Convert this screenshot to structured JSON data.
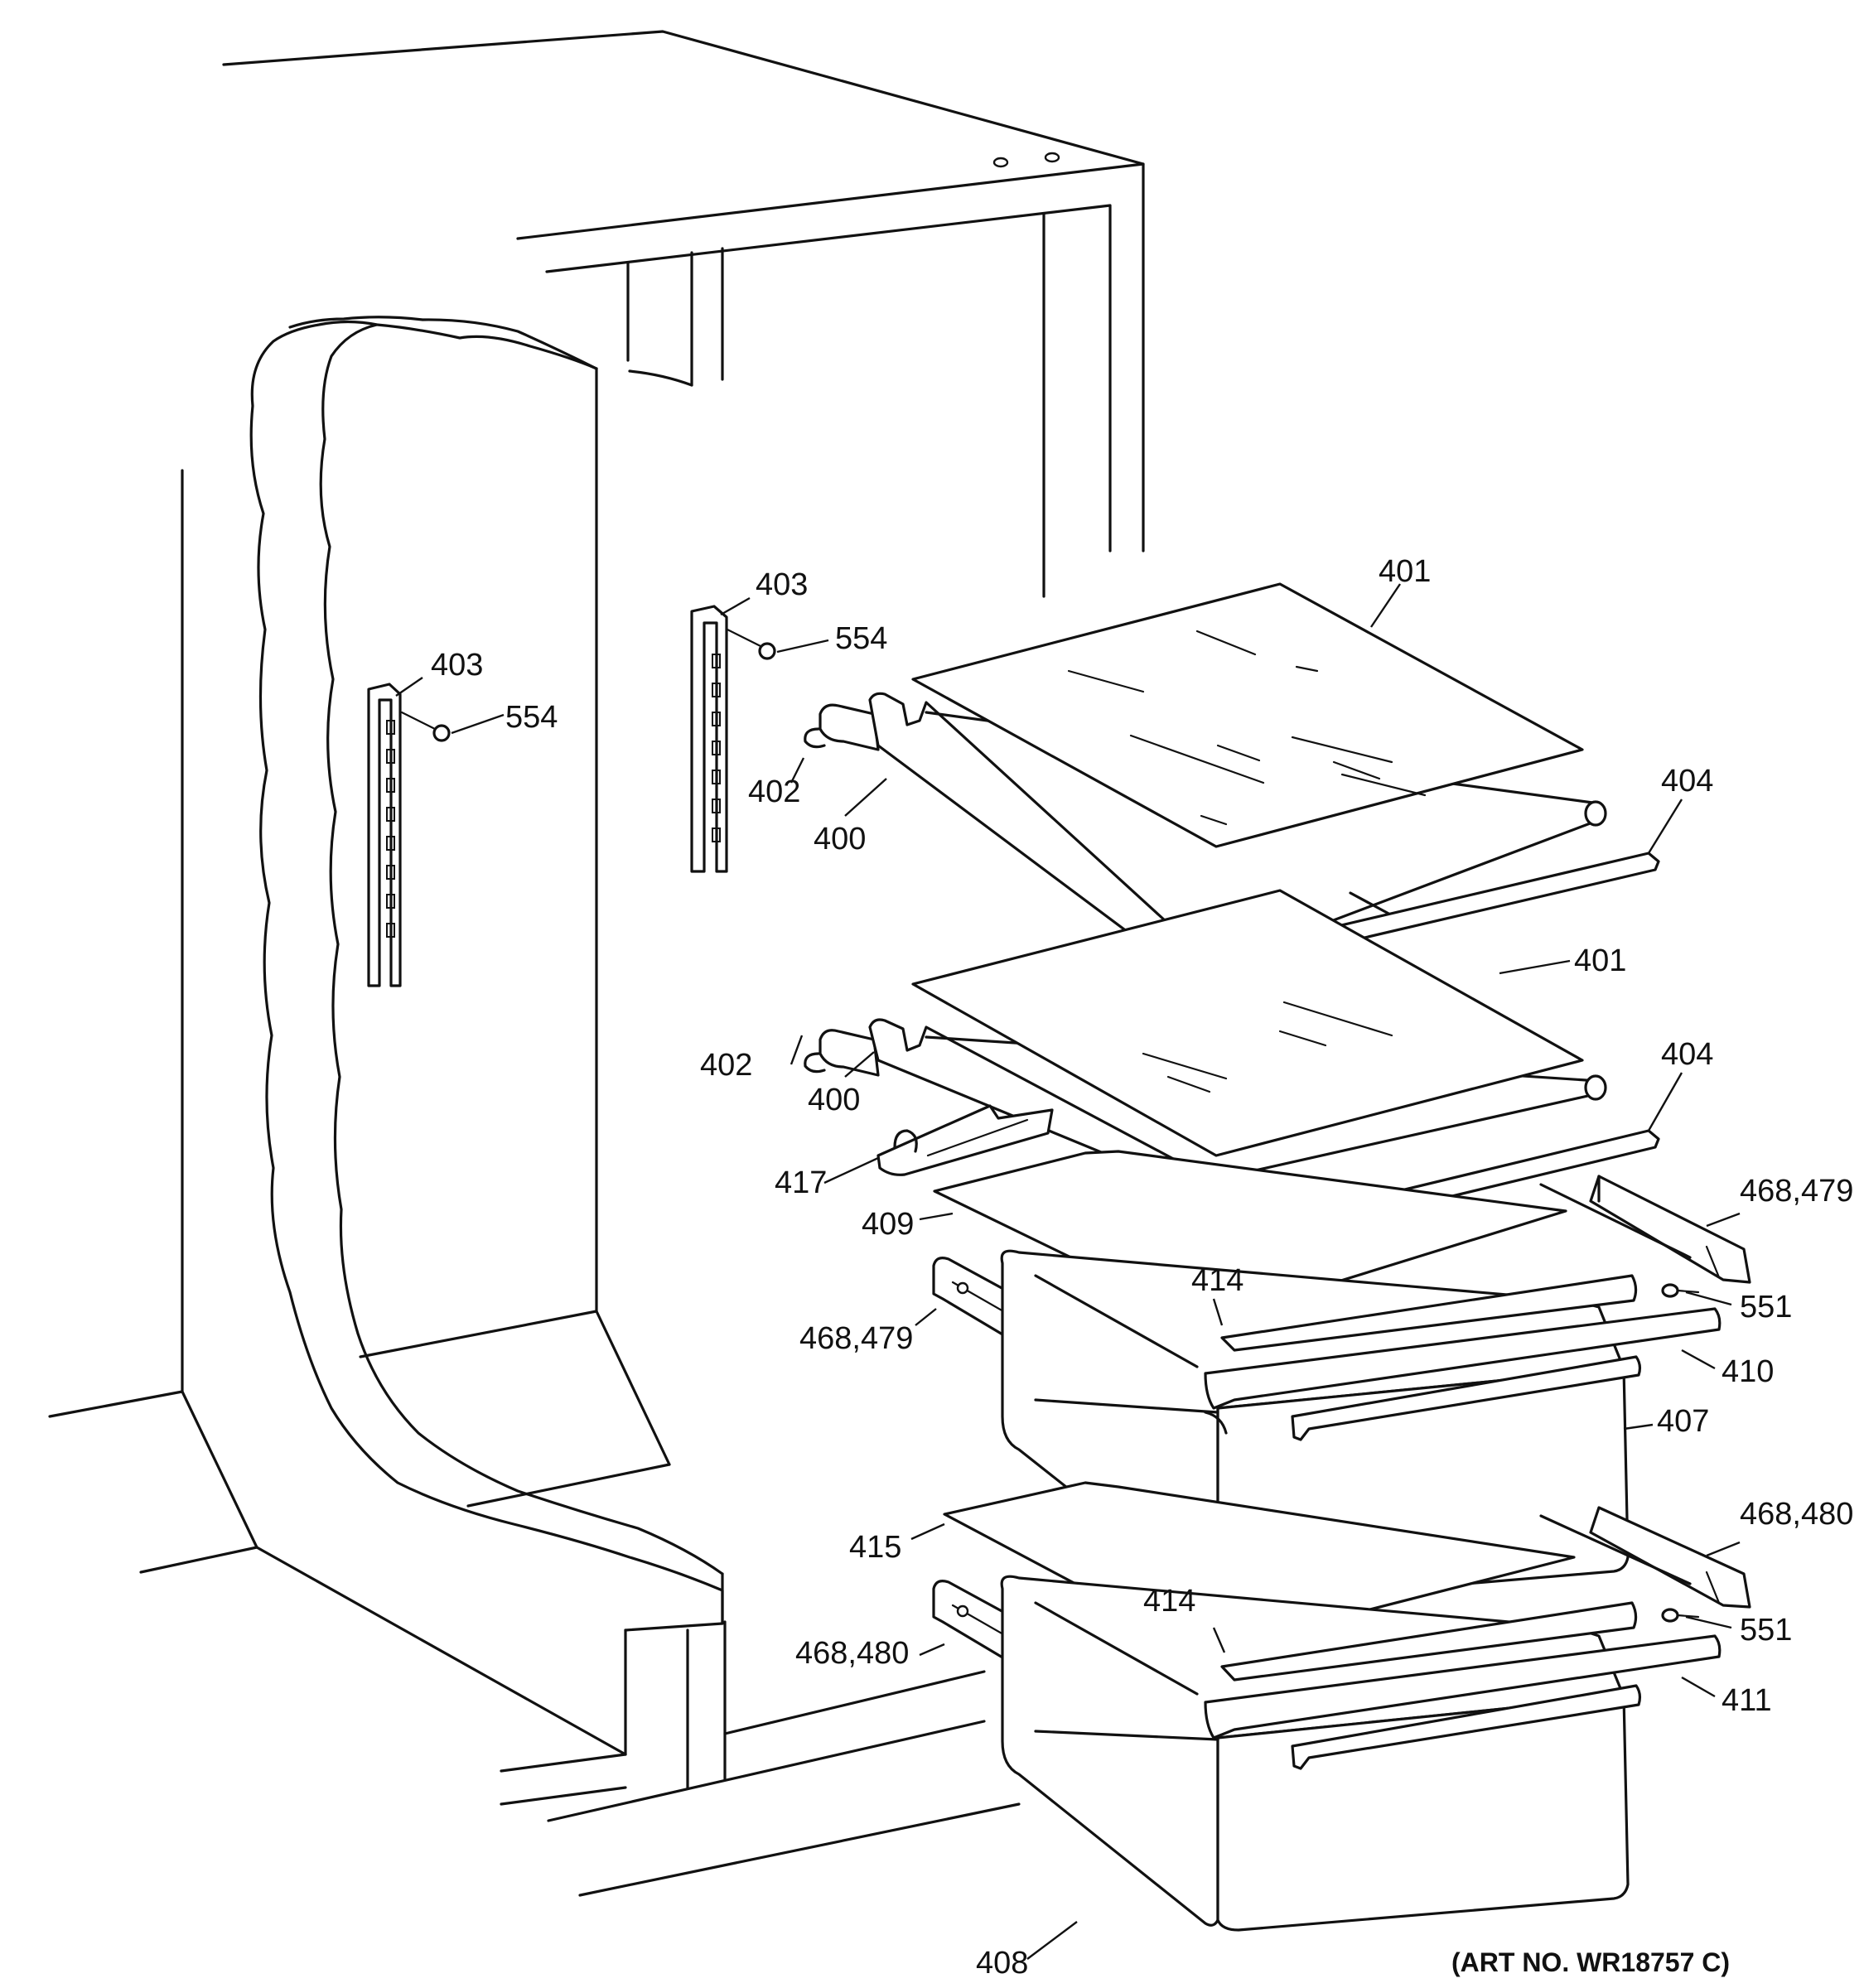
{
  "diagram": {
    "art_number": "(ART NO. WR18757 C)",
    "callouts": {
      "c403_left": "403",
      "c554_left": "554",
      "c403_right": "403",
      "c554_right": "554",
      "c401_top": "401",
      "c402_top": "402",
      "c400_top": "400",
      "c404_top": "404",
      "c401_mid": "401",
      "c402_mid": "402",
      "c400_mid": "400",
      "c404_mid": "404",
      "c417": "417",
      "c409": "409",
      "c468_479_right": "468,479",
      "c414_upper": "414",
      "c551_upper": "551",
      "c468_479_left": "468,479",
      "c410": "410",
      "c407": "407",
      "c468_480_right": "468,480",
      "c415": "415",
      "c414_lower": "414",
      "c551_lower": "551",
      "c468_480_left": "468,480",
      "c411": "411",
      "c408": "408"
    }
  }
}
